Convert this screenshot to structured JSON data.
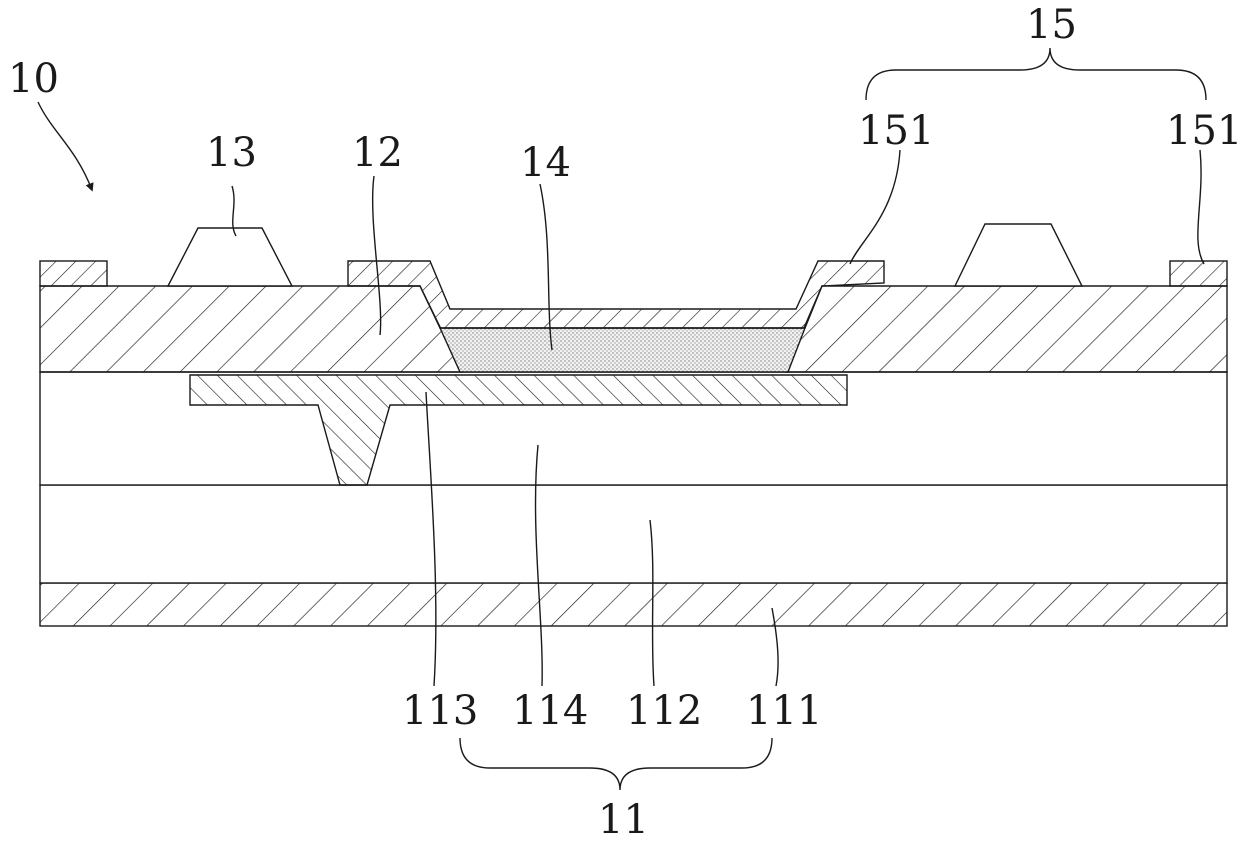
{
  "figure": {
    "labels": {
      "device": "10",
      "layer_11": "11",
      "layer_111": "111",
      "layer_112": "112",
      "layer_113": "113",
      "layer_114": "114",
      "layer_12": "12",
      "layer_13": "13",
      "layer_14": "14",
      "group_15": "15",
      "part_151_left": "151",
      "part_151_right": "151"
    },
    "colors": {
      "ink": "#1a1a1a",
      "background": "#ffffff"
    }
  }
}
